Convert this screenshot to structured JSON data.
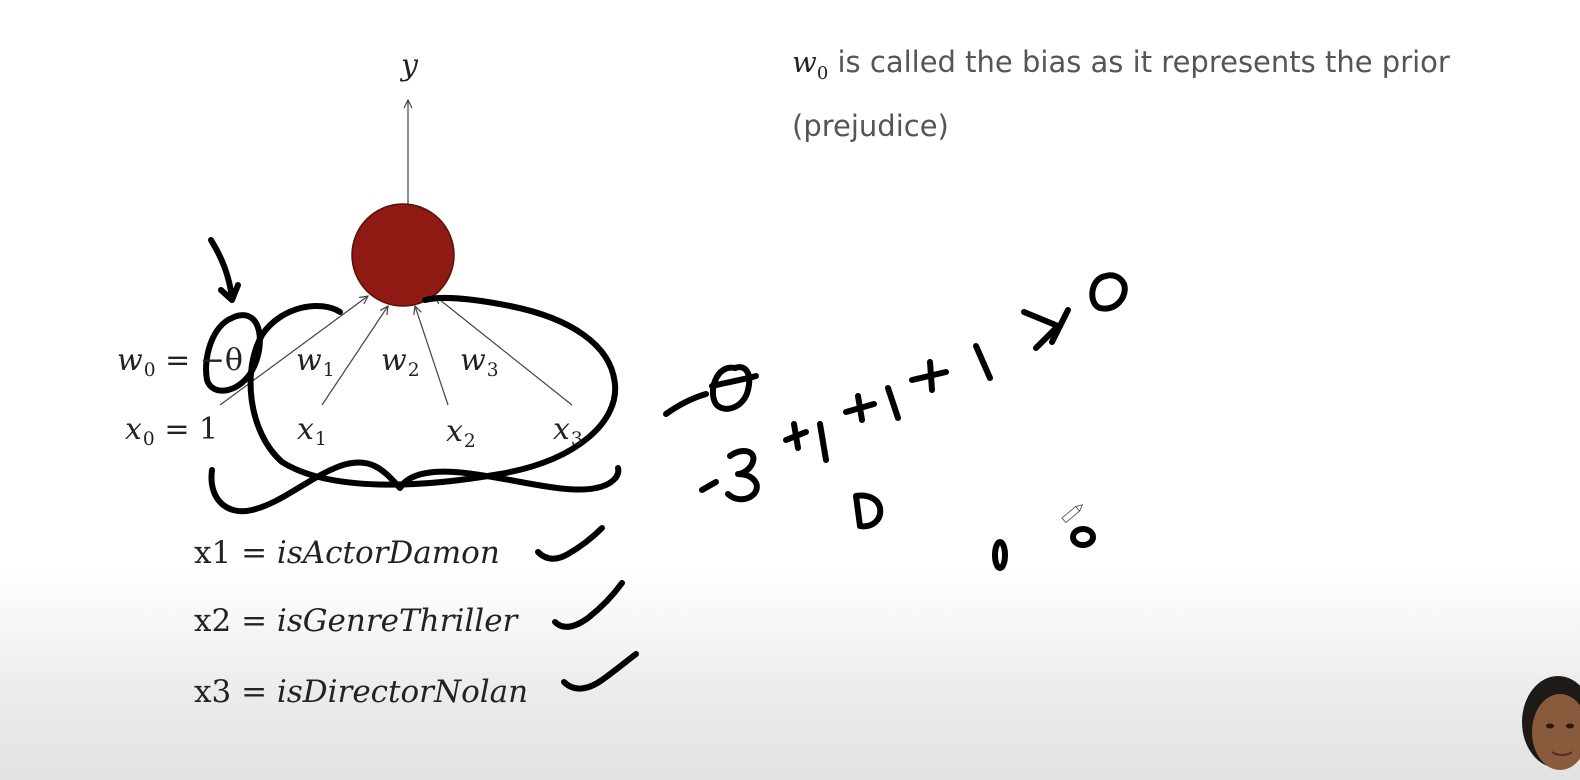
{
  "note": {
    "symbol": "w",
    "symbol_sub": "0",
    "text": "is called the bias as it represents the prior (prejudice)"
  },
  "diagram": {
    "output_label": "y",
    "neuron_color": "#8f1a14",
    "weights": [
      {
        "sym": "w",
        "sub": "0",
        "value": "= −θ"
      },
      {
        "sym": "w",
        "sub": "1"
      },
      {
        "sym": "w",
        "sub": "2"
      },
      {
        "sym": "w",
        "sub": "3"
      }
    ],
    "inputs": [
      {
        "sym": "x",
        "sub": "0",
        "value": "= 1"
      },
      {
        "sym": "x",
        "sub": "1"
      },
      {
        "sym": "x",
        "sub": "2"
      },
      {
        "sym": "x",
        "sub": "3"
      }
    ]
  },
  "definitions": [
    {
      "lhs": "x1",
      "eq": "=",
      "rhs": "isActorDamon"
    },
    {
      "lhs": "x2",
      "eq": "=",
      "rhs": "isGenreThriller"
    },
    {
      "lhs": "x3",
      "eq": "=",
      "rhs": "isDirectorNolan"
    }
  ],
  "annotation_icons": [
    "pen-cursor-icon"
  ]
}
